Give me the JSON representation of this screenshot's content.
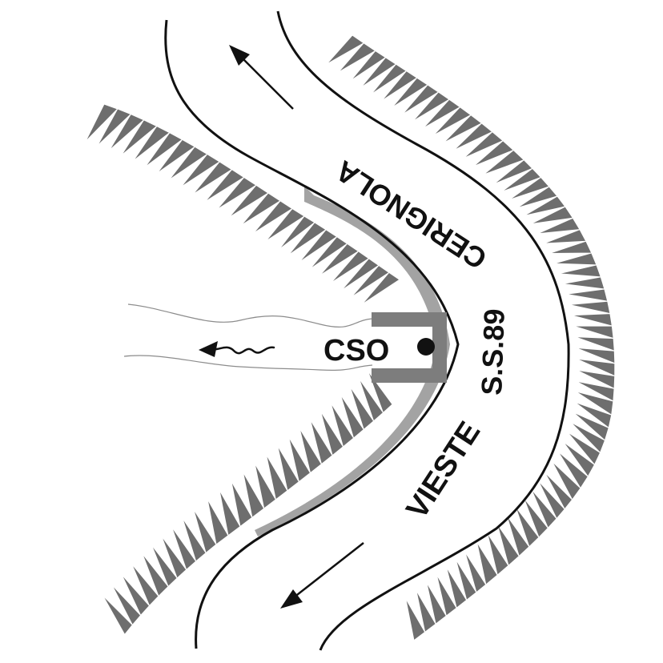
{
  "labels": {
    "cso": "CSO",
    "cerignola": "CERIGNOLA",
    "road": "S.S.89",
    "vieste": "VIESTE"
  },
  "colors": {
    "road_edge": "#111111",
    "embankment_teeth": "#6e6e6e",
    "channel_band": "#a3a3a3",
    "outfall_structure": "#7d7d7d",
    "stream_line": "#8c8c8c",
    "arrow": "#111111"
  }
}
